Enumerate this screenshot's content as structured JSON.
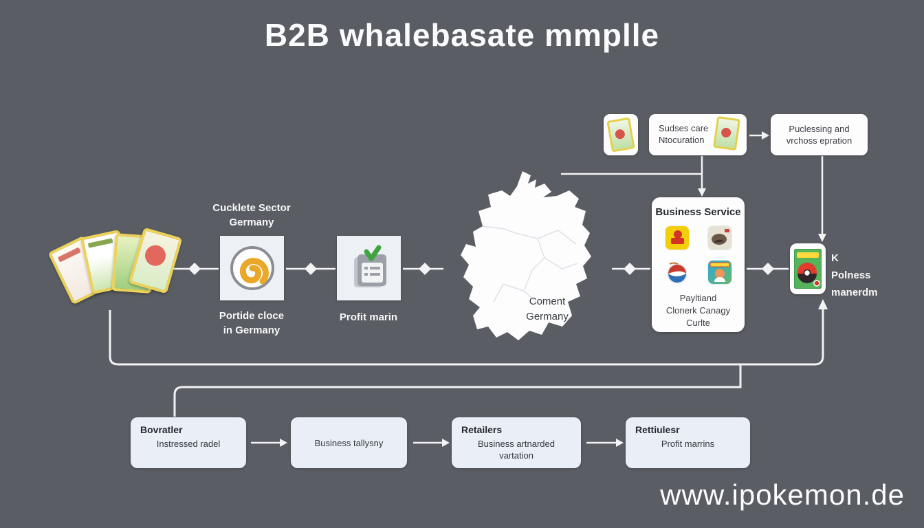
{
  "header": {
    "title": "B2B whalebasate mmplle"
  },
  "watermark": "www.ipokemon.de",
  "colors": {
    "background": "#5a5d63",
    "box_white": "#fdfdfe",
    "box_light_blue": "#e9eef7",
    "connector_line": "#f2f3f5",
    "text_dark": "#33363c",
    "spiral_gold": "#e9a82a",
    "check_green": "#3fa33f",
    "card_border_yellow": "#ecd25a"
  },
  "top_flow": {
    "card_tile_icon": "pokemon-card-icon",
    "step1": {
      "line1": "Sudses care",
      "line2": "Ntocuration",
      "icon": "pokemon-card-icon"
    },
    "step2": {
      "line1": "Puclessing and",
      "line2": "vrchoss epration"
    }
  },
  "main_flow": {
    "source_icon": "trading-cards-fan",
    "step1": {
      "label_above_line1": "Cucklete Sector",
      "label_above_line2": "Germany",
      "icon": "spiral-icon",
      "label_below_line1": "Portide cloce",
      "label_below_line2": "in Germany"
    },
    "step2": {
      "icon": "checklist-card-icon",
      "label_below": "Profit marin"
    },
    "map": {
      "icon": "germany-map",
      "label_line1": "Coment",
      "label_line2": "Germany"
    },
    "service_box": {
      "title": "Business Service",
      "icons": [
        "yellow-card-icon",
        "photo-card-icon",
        "swirl-ball-icon",
        "character-card-icon"
      ],
      "caption_line1": "Payltiand",
      "caption_line2": "Clonerk Canagy",
      "caption_line3": "Curlte"
    },
    "end_node": {
      "icon": "pokeball-card-icon",
      "label_line1": "K",
      "label_line2": "Polness",
      "label_line3": "manerdm"
    }
  },
  "bottom_flow": [
    {
      "title": "Bovratler",
      "subtitle": "Instressed radel"
    },
    {
      "title": "",
      "subtitle": "Business tallysny"
    },
    {
      "title": "Retailers",
      "subtitle": "Business artnarded vartation"
    },
    {
      "title": "Rettiulesr",
      "subtitle": "Profit marrins"
    }
  ]
}
